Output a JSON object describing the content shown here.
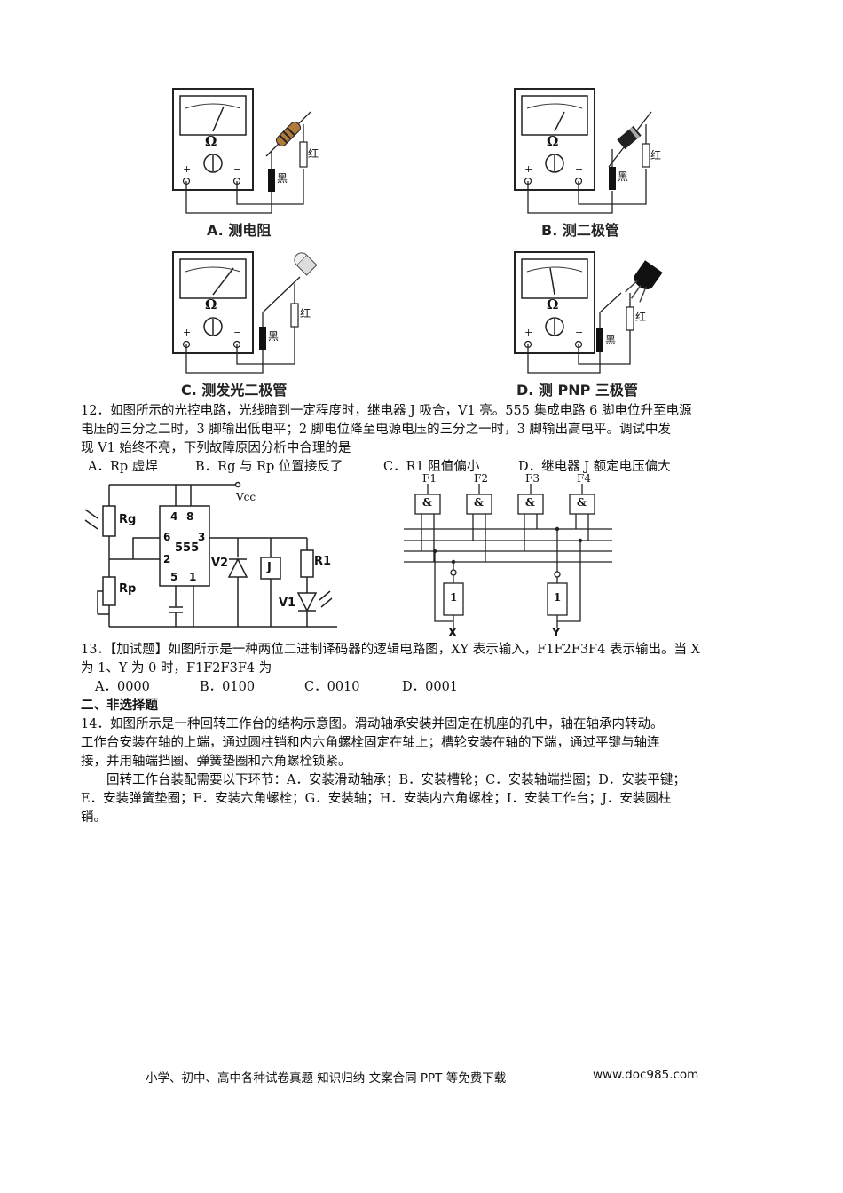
{
  "figure_meters": {
    "captions": [
      "A. 测电阻",
      "B. 测二极管",
      "C. 测发光二极管",
      "D. 测 PNP 三极管"
    ],
    "symbols": {
      "ohm": "Ω",
      "plus": "+",
      "minus": "−",
      "black": "黑",
      "red": "红"
    }
  },
  "q12": {
    "lines": [
      "12．如图所示的光控电路，光线暗到一定程度时，继电器 J 吸合，V1 亮。555 集成电路 6 脚电位升至电源",
      "电压的三分之二时，3 脚输出低电平；2 脚电位降至电源电压的三分之一时，3 脚输出高电平。调试中发",
      "现 V1 始终不亮，下列故障原因分析中合理的是"
    ],
    "options": [
      "A．Rp 虚焊",
      "B．Rg 与 Rp 位置接反了",
      "C．R1 阻值偏小",
      "D．继电器 J 额定电压偏大"
    ]
  },
  "circuit": {
    "vcc": "Vcc",
    "rg": "Rg",
    "rp": "Rp",
    "chip": "555",
    "pins": [
      "4",
      "8",
      "6",
      "3",
      "2",
      "5",
      "1"
    ],
    "v2": "V2",
    "j": "J",
    "r1": "R1",
    "v1": "V1"
  },
  "decoder": {
    "outputs": [
      "F1",
      "F2",
      "F3",
      "F4"
    ],
    "and_symbol": "&",
    "not_symbol": "1",
    "inputs": [
      "X",
      "Y"
    ]
  },
  "q13": {
    "line1": "13．【加试题】如图所示是一种两位二进制译码器的逻辑电路图，XY 表示输入，F1F2F3F4 表示输出。当 X",
    "line2": "为 1、Y 为 0 时，F1F2F3F4 为",
    "options": [
      "A．0000",
      "B．0100",
      "C．0010",
      "D．0001"
    ]
  },
  "section2": {
    "title": "二、非选择题"
  },
  "q14": {
    "lines": [
      "14．如图所示是一种回转工作台的结构示意图。滑动轴承安装并固定在机座的孔中，轴在轴承内转动。",
      "工作台安装在轴的上端，通过圆柱销和内六角螺栓固定在轴上；槽轮安装在轴的下端，通过平键与轴连",
      "接，并用轴端挡圈、弹簧垫圈和六角螺栓锁紧。",
      "　　回转工作台装配需要以下环节：A．安装滑动轴承；B．安装槽轮；C．安装轴端挡圈；D．安装平键；",
      "E．安装弹簧垫圈；F．安装六角螺栓；G．安装轴；H．安装内六角螺栓；I．安装工作台；J．安装圆柱",
      "销。"
    ]
  },
  "footer": {
    "text": "小学、初中、高中各种试卷真题 知识归纳 文案合同 PPT 等免费下载",
    "url": "www.doc985.com"
  }
}
